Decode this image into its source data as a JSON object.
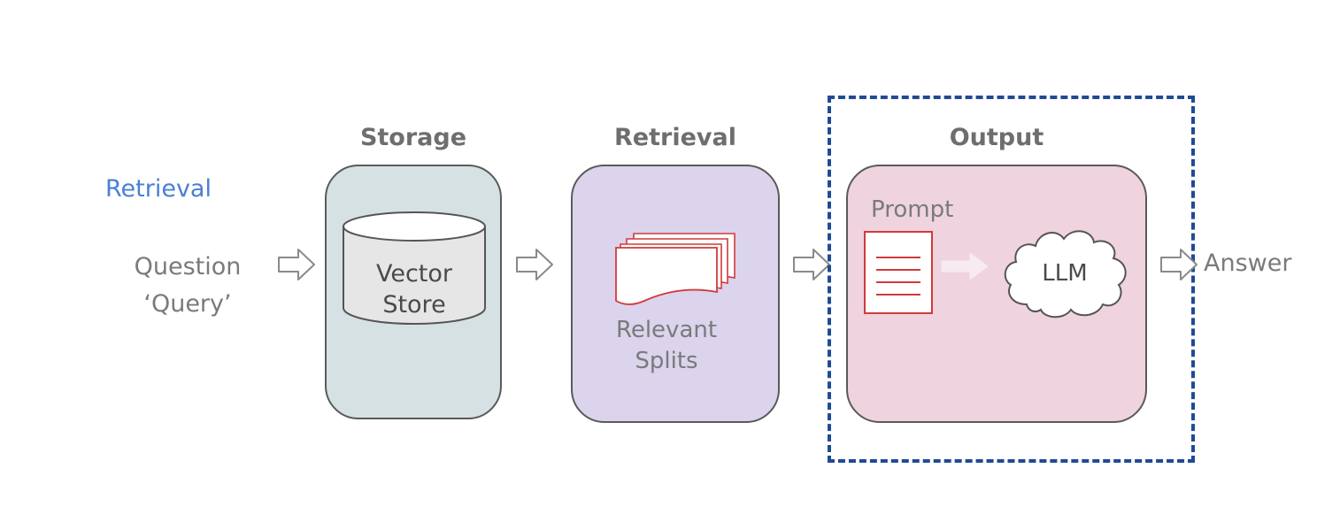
{
  "section_label": "Retrieval",
  "input": {
    "line1": "Question",
    "line2": "‘Query’"
  },
  "stages": {
    "storage": {
      "title": "Storage",
      "item_line1": "Vector",
      "item_line2": "Store"
    },
    "retrieval": {
      "title": "Retrieval",
      "item_line1": "Relevant",
      "item_line2": "Splits"
    },
    "output": {
      "title": "Output",
      "prompt_label": "Prompt",
      "llm_label": "LLM"
    }
  },
  "result": "Answer",
  "colors": {
    "section_label": "#4a7fd6",
    "storage_fill": "#d6e1e4",
    "retrieval_fill": "#dcd3ed",
    "output_fill": "#efd3df",
    "doc_stroke": "#d23a3a",
    "highlight_border": "#1f4a96",
    "muted_text": "#7a7a7a"
  }
}
